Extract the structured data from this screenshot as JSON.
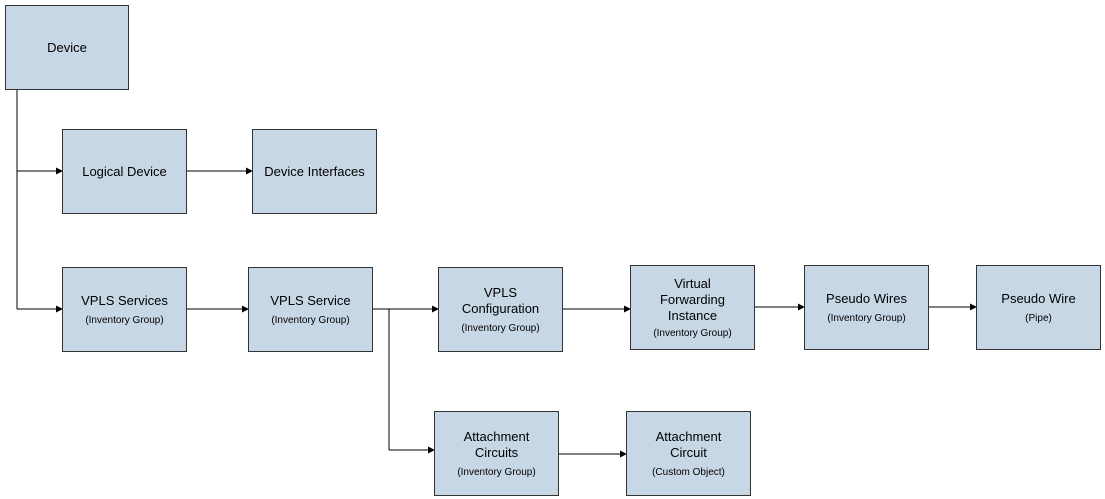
{
  "nodes": {
    "device": {
      "title": "Device",
      "sub": ""
    },
    "logical_device": {
      "title": "Logical Device",
      "sub": ""
    },
    "device_interfaces": {
      "title": "Device Interfaces",
      "sub": ""
    },
    "vpls_services": {
      "title": "VPLS Services",
      "sub": "(Inventory Group)"
    },
    "vpls_service": {
      "title": "VPLS Service",
      "sub": "(Inventory Group)"
    },
    "vpls_configuration": {
      "title": "VPLS\nConfiguration",
      "sub": "(Inventory Group)"
    },
    "virtual_forwarding_instance": {
      "title": "Virtual\nForwarding\nInstance",
      "sub": "(Inventory Group)"
    },
    "pseudo_wires": {
      "title": "Pseudo Wires",
      "sub": "(Inventory Group)"
    },
    "pseudo_wire": {
      "title": "Pseudo Wire",
      "sub": "(Pipe)"
    },
    "attachment_circuits": {
      "title": "Attachment\nCircuits",
      "sub": "(Inventory Group)"
    },
    "attachment_circuit": {
      "title": "Attachment\nCircuit",
      "sub": "(Custom Object)"
    }
  },
  "colors": {
    "box_fill": "#c8d7e6",
    "border": "#333333",
    "line": "#000000"
  }
}
